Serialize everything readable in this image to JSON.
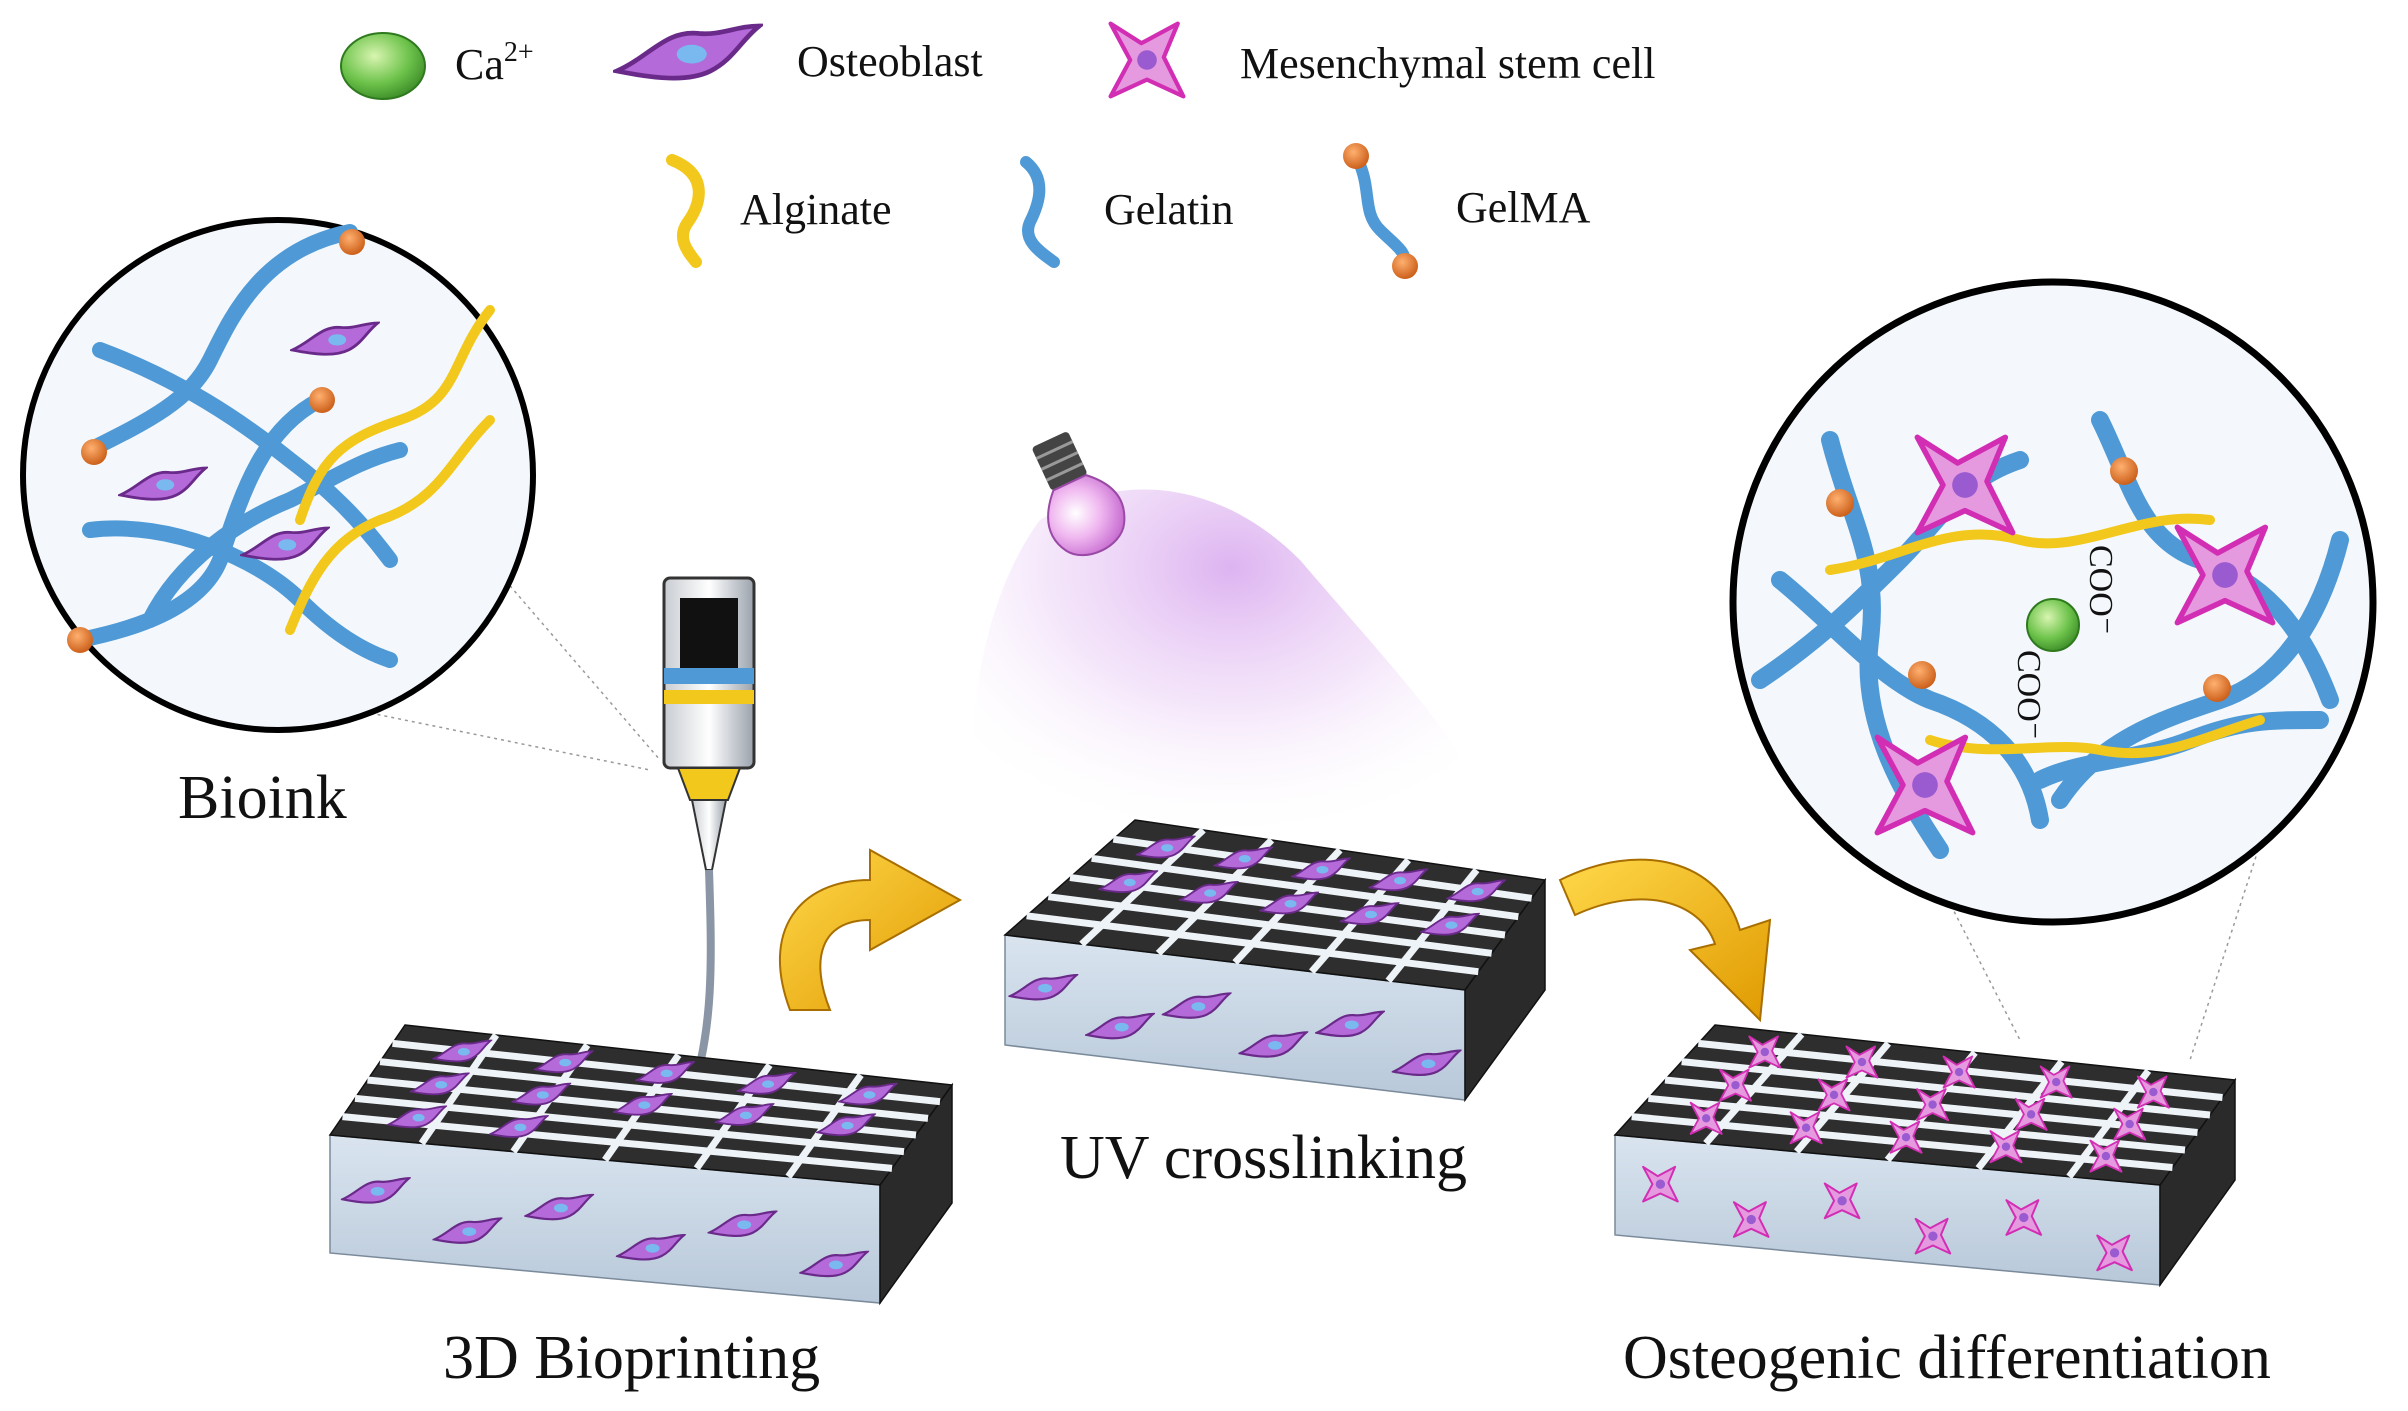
{
  "legend": {
    "calcium": {
      "label": "Ca",
      "superscript": "2+",
      "icon": "calcium-ion-sphere-icon"
    },
    "osteoblast": {
      "label": "Osteoblast",
      "icon": "osteoblast-cell-icon"
    },
    "msc": {
      "label": "Mesenchymal stem cell",
      "icon": "mesenchymal-stem-cell-icon"
    },
    "alginate": {
      "label": "Alginate",
      "icon": "alginate-strand-icon"
    },
    "gelatin": {
      "label": "Gelatin",
      "icon": "gelatin-strand-icon"
    },
    "gelma": {
      "label": "GelMA",
      "icon": "gelma-strand-icon"
    }
  },
  "bioink": {
    "label": "Bioink"
  },
  "stages": {
    "printing": {
      "label": "3D Bioprinting"
    },
    "crosslinking": {
      "label": "UV crosslinking"
    },
    "differentiation": {
      "label": "Osteogenic differentiation"
    }
  },
  "crosslink_labels": {
    "coo_top": "COO⁻",
    "coo_bottom": "COO⁻"
  },
  "colors": {
    "alginate": "#f2c81c",
    "gelatin": "#4f9ad6",
    "gelma_cap": "#e07a2a",
    "osteoblast": "#b46ad8",
    "msc": "#e04fc4",
    "calcium": "#6cc24a",
    "arrow": "#f2b705",
    "uv_glow": "#d7a6ee",
    "scaffold_side": "#2a2a2a",
    "scaffold_top": "#e8eff6"
  }
}
